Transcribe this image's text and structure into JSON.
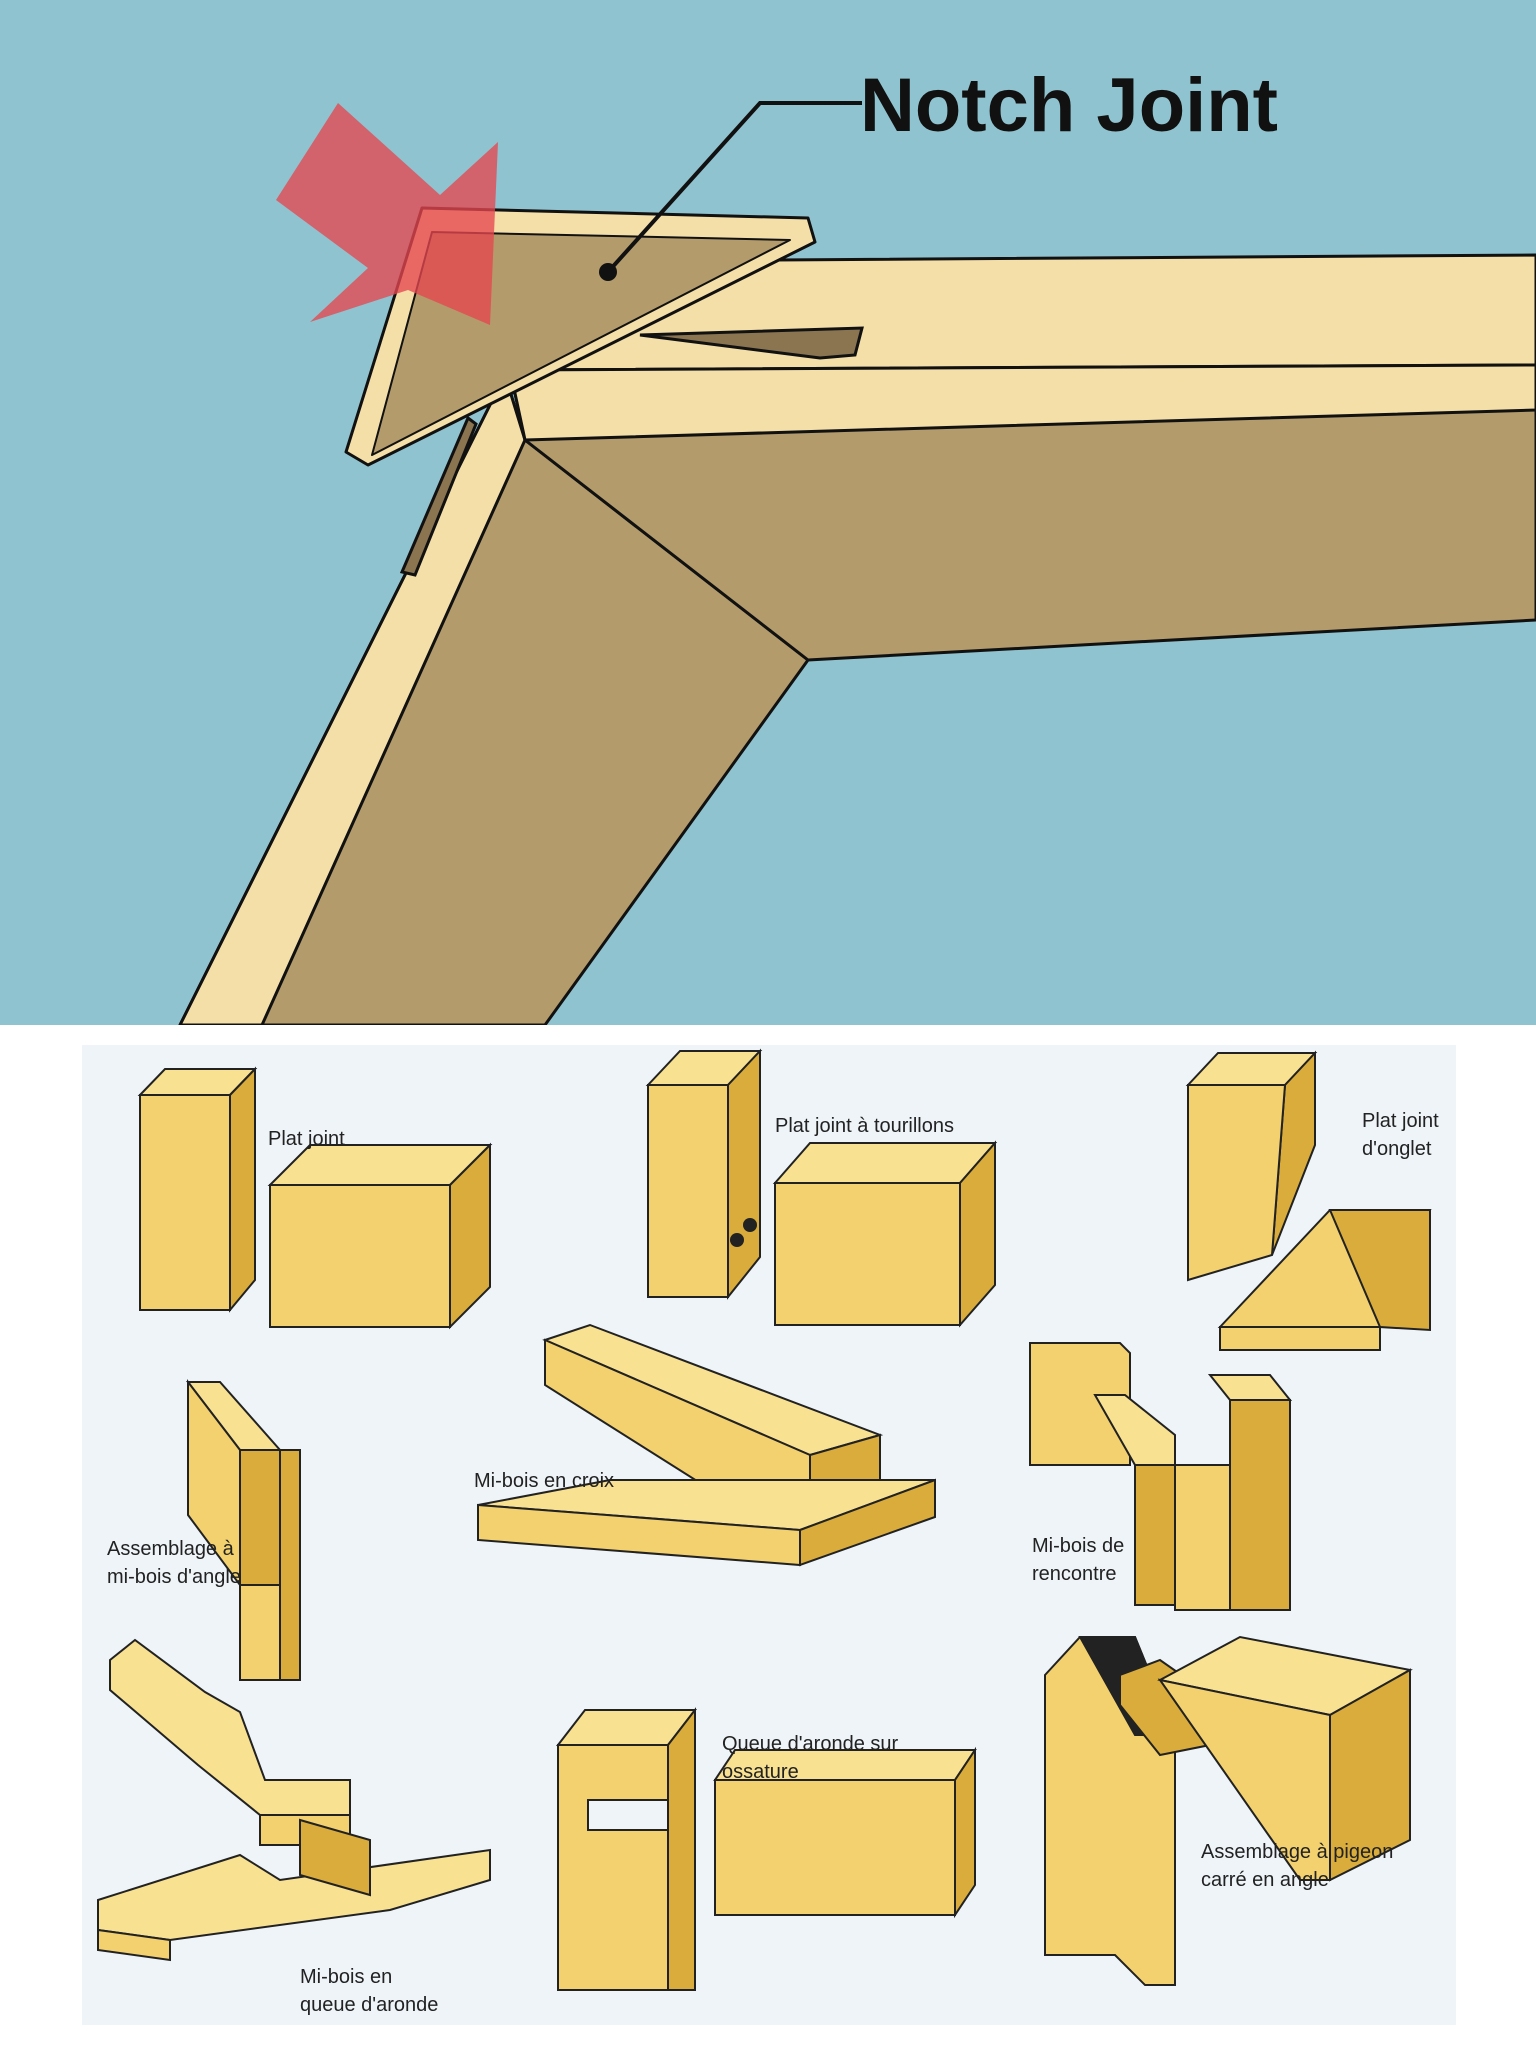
{
  "header": {
    "title": "Notch Joint"
  },
  "colors": {
    "sky": "#8fc3cf",
    "light_wood": "#f5dfa8",
    "dark_wood": "#b39b6b",
    "accent_red": "#e5474f",
    "pine": "#f3d16e",
    "pine_dark": "#d9ac3b",
    "pine_light": "#f9e192",
    "panel": "#eef4f8"
  },
  "icons": {
    "arrow": "red-arrow-icon"
  },
  "joints": [
    {
      "id": "plat-joint",
      "lines": [
        "Plat joint"
      ]
    },
    {
      "id": "plat-joint-tourillons",
      "lines": [
        "Plat joint à tourillons"
      ]
    },
    {
      "id": "plat-joint-onglet",
      "lines": [
        "Plat joint",
        "d'onglet"
      ]
    },
    {
      "id": "assemblage-mi-bois-angle",
      "lines": [
        "Assemblage à",
        "mi-bois d'angle"
      ]
    },
    {
      "id": "mi-bois-croix",
      "lines": [
        "Mi-bois en croix"
      ]
    },
    {
      "id": "mi-bois-rencontre",
      "lines": [
        "Mi-bois de",
        "rencontre"
      ]
    },
    {
      "id": "queue-aronde-ossature",
      "lines": [
        "Queue d'aronde sur",
        "ossature"
      ]
    },
    {
      "id": "assemblage-pigeon",
      "lines": [
        "Assemblage à pigeon",
        "carré en angle"
      ]
    },
    {
      "id": "mi-bois-queue-aronde",
      "lines": [
        "Mi-bois en",
        "queue d'aronde"
      ]
    }
  ]
}
